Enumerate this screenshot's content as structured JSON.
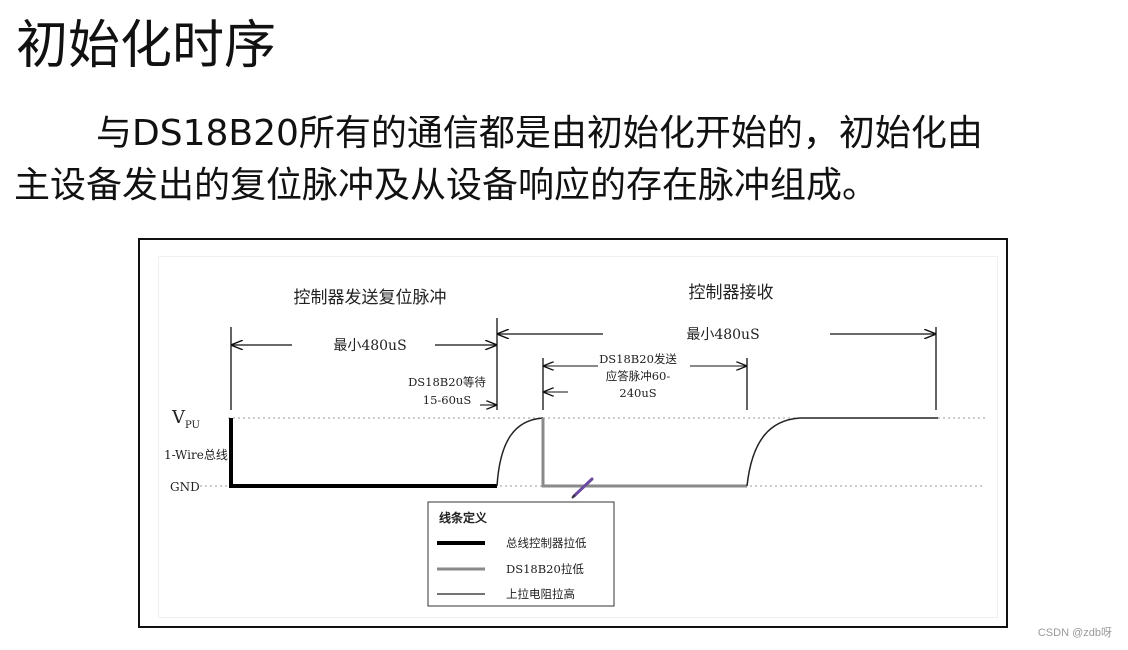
{
  "slide": {
    "title": "初始化时序",
    "intro_line1": "与DS18B20所有的通信都是由初始化开始的，初始化由",
    "intro_line2": "主设备发出的复位脉冲及从设备响应的存在脉冲组成。"
  },
  "diagram": {
    "section_reset": "控制器发送复位脉冲",
    "section_receive": "控制器接收",
    "min480_left": "最小480uS",
    "min480_right": "最小480uS",
    "wait_line1": "DS18B20等待",
    "wait_line2": "15-60uS",
    "resp_line1": "DS18B20发送",
    "resp_line2": "应答脉冲60-",
    "resp_line3": "240uS",
    "vpu_main": "V",
    "vpu_sub": "PU",
    "bus_label": "1-Wire总线",
    "gnd_label": "GND"
  },
  "legend": {
    "title": "线条定义",
    "items": [
      {
        "label": "总线控制器拉低"
      },
      {
        "label": "DS18B20拉低"
      },
      {
        "label": "上拉电阻拉高"
      }
    ]
  },
  "colors": {
    "controller_line": "#000000",
    "device_line": "#8a8a8a",
    "pullup_line": "#222222",
    "guide_dotted": "#9a9a9a"
  },
  "watermark": "CSDN @zdb呀"
}
